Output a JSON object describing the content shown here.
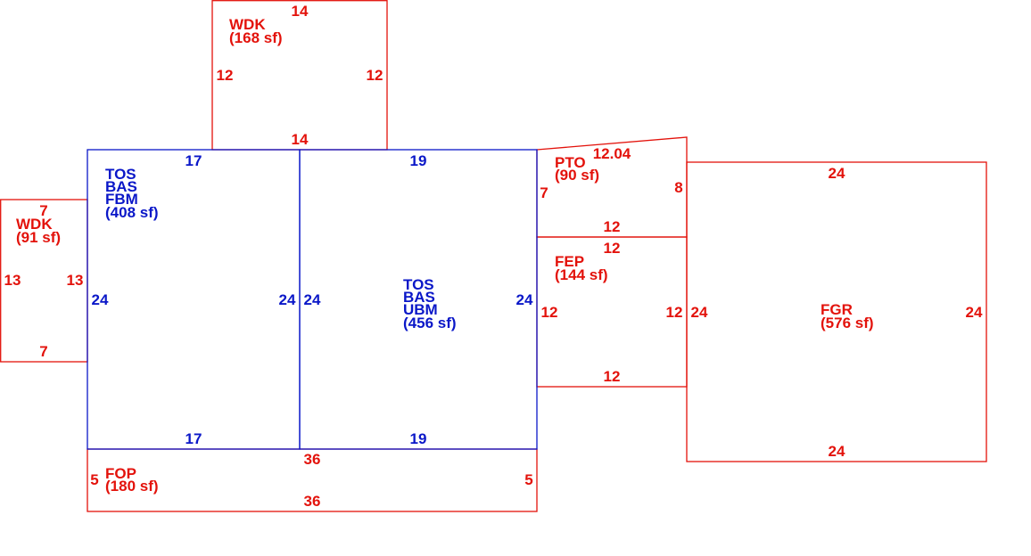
{
  "colors": {
    "red": "#e3120b",
    "blue": "#0a17c8"
  },
  "areas": [
    {
      "id": "wdk-top",
      "color": "red",
      "codes": [
        "WDK"
      ],
      "sf": "(168 sf)",
      "dims": [
        "14",
        "12",
        "12",
        "14"
      ]
    },
    {
      "id": "wdk-left",
      "color": "red",
      "codes": [
        "WDK"
      ],
      "sf": "(91 sf)",
      "dims": [
        "7",
        "13",
        "13",
        "7"
      ]
    },
    {
      "id": "main-left",
      "color": "blue",
      "codes": [
        "TOS",
        "BAS",
        "FBM"
      ],
      "sf": "(408 sf)",
      "dims": [
        "17",
        "24",
        "24",
        "17"
      ]
    },
    {
      "id": "main-right",
      "color": "blue",
      "codes": [
        "TOS",
        "BAS",
        "UBM"
      ],
      "sf": "(456 sf)",
      "dims": [
        "19",
        "24",
        "24",
        "19"
      ]
    },
    {
      "id": "pto",
      "color": "red",
      "codes": [
        "PTO"
      ],
      "sf": "(90 sf)",
      "dims": [
        "12.04",
        "7",
        "8",
        "12"
      ]
    },
    {
      "id": "fep",
      "color": "red",
      "codes": [
        "FEP"
      ],
      "sf": "(144 sf)",
      "dims": [
        "12",
        "12",
        "12",
        "12"
      ]
    },
    {
      "id": "fgr",
      "color": "red",
      "codes": [
        "FGR"
      ],
      "sf": "(576 sf)",
      "dims": [
        "24",
        "24",
        "24",
        "24"
      ]
    },
    {
      "id": "fop",
      "color": "red",
      "codes": [
        "FOP"
      ],
      "sf": "(180 sf)",
      "dims": [
        "36",
        "5",
        "5",
        "36"
      ]
    }
  ]
}
